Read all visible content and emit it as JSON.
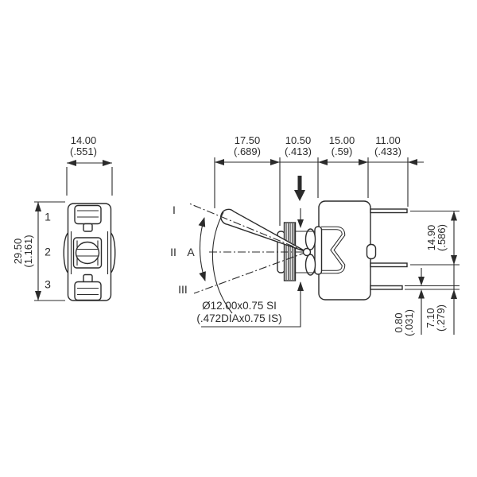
{
  "drawing": {
    "front_view": {
      "width_dim": {
        "mm": "14.00",
        "inch": "(.551)"
      },
      "height_dim": {
        "mm": "29.50",
        "inch": "(1.161)"
      },
      "terminals": [
        "1",
        "2",
        "3"
      ]
    },
    "side_view": {
      "top_dims": [
        {
          "mm": "17.50",
          "inch": "(.689)"
        },
        {
          "mm": "10.50",
          "inch": "(.413)"
        },
        {
          "mm": "15.00",
          "inch": "(.59)"
        },
        {
          "mm": "11.00",
          "inch": "(.433)"
        }
      ],
      "right_dims": {
        "pin_span": {
          "mm": "14.90",
          "inch": "(.586)"
        },
        "pin_thickness": {
          "mm": "0.80",
          "inch": "(.031)"
        },
        "lower_pin_span": {
          "mm": "7.10",
          "inch": "(.279)"
        }
      },
      "positions": {
        "up": "I",
        "mid": "II",
        "down": "III",
        "angle": "A"
      },
      "thread_note": {
        "line1": "Ø12.00x0.75 SI",
        "line2": "(.472DIAx0.75 IS)"
      }
    },
    "colors": {
      "line": "#2b2b2b",
      "background": "#ffffff"
    }
  }
}
